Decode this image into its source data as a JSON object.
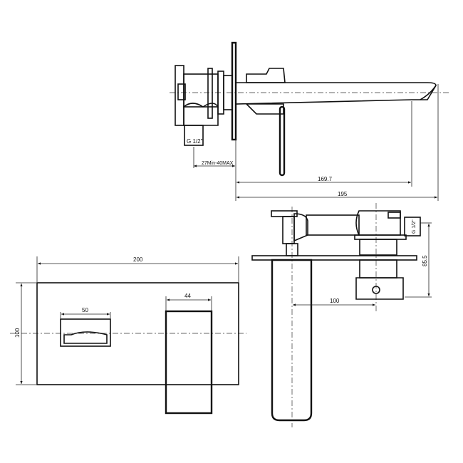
{
  "side_view": {
    "thread_label": "G 1/2\"",
    "wall_depth_label": "27Min-40MAX",
    "spout_reach_label": "169.7",
    "overall_length_label": "195"
  },
  "front_view": {
    "plate_width_label": "200",
    "plate_height_label": "100",
    "handle_width_label": "50",
    "lever_width_label": "44"
  },
  "top_view": {
    "spout_offset_label": "100",
    "body_height_label": "85.5",
    "thread_label": "G 1/2\""
  }
}
